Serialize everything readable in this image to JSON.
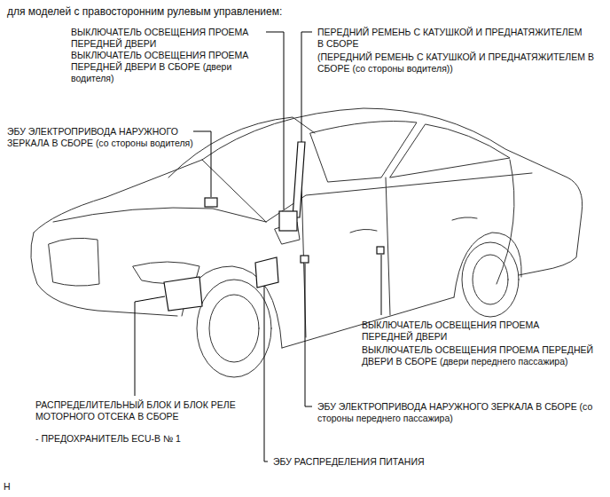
{
  "diagram": {
    "title": "для моделей с правосторонним рулевым управлением:",
    "labels": [
      "ВЫКЛЮЧАТЕЛЬ ОСВЕЩЕНИЯ ПРОЕМА ПЕРЕДНЕЙ ДВЕРИ",
      "ВЫКЛЮЧАТЕЛЬ ОСВЕЩЕНИЯ ПРОЕМА ПЕРЕДНЕЙ ДВЕРИ В СБОРЕ (двери водителя)",
      "ПЕРЕДНИЙ РЕМЕНЬ С КАТУШКОЙ И ПРЕДНАТЯЖИТЕЛЕМ В СБОРЕ",
      "(ПЕРЕДНИЙ РЕМЕНЬ С КАТУШКОЙ И ПРЕДНАТЯЖИТЕЛЕМ В СБОРЕ (со стороны водителя))",
      "ЭБУ ЭЛЕКТРОПРИВОДА НАРУЖНОГО ЗЕРКАЛА В СБОРЕ (со стороны водителя)",
      "ВЫКЛЮЧАТЕЛЬ ОСВЕЩЕНИЯ ПРОЕМА ПЕРЕДНЕЙ ДВЕРИ",
      "ВЫКЛЮЧАТЕЛЬ ОСВЕЩЕНИЯ ПРОЕМА ПЕРЕДНЕЙ ДВЕРИ В СБОРЕ (двери переднего пассажира)",
      "РАСПРЕДЕЛИТЕЛЬНЫЙ БЛОК И БЛОК РЕЛЕ МОТОРНОГО ОТСЕКА В СБОРЕ",
      "- ПРЕДОХРАНИТЕЛЬ ECU-B № 1",
      "ЭБУ ЭЛЕКТРОПРИВОДА НАРУЖНОГО ЗЕРКАЛА В СБОРЕ (со стороны переднего пассажира)",
      "ЭБУ РАСПРЕДЕЛЕНИЯ ПИТАНИЯ",
      "H"
    ]
  }
}
